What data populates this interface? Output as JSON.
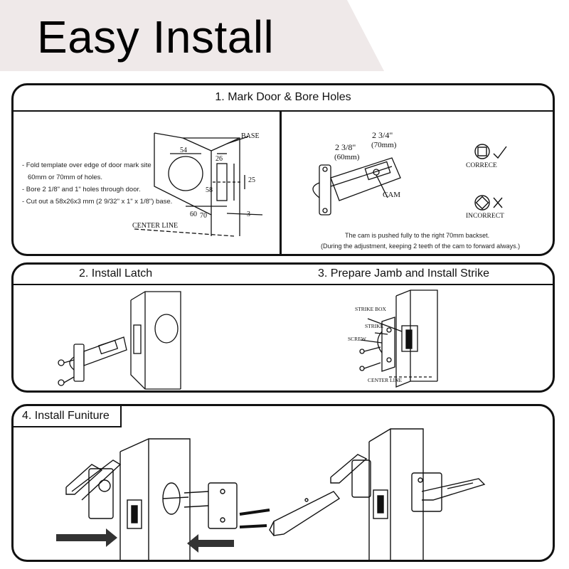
{
  "header": {
    "title": "Easy Install",
    "banner_color": "#efe9e9"
  },
  "step1": {
    "title": "1. Mark Door & Bore Holes",
    "instructions": [
      "- Fold template over edge of door mark site",
      "60mm or 70mm of holes.",
      "- Bore 2 1/8\" and 1\" holes through door.",
      "- Cut out a 58x26x3 mm (2 9/32\" x 1\" x 1/8\") base."
    ],
    "door_labels": {
      "base": "BASE",
      "d54": "54",
      "w26": "26",
      "h58": "58",
      "d25": "25",
      "b60": "60",
      "b70": "70",
      "t3": "3",
      "center": "CENTER LINE"
    },
    "latch_labels": {
      "b60_frac": "2 3/8\"",
      "b60_mm": "(60mm)",
      "b70_frac": "2 3/4\"",
      "b70_mm": "(70mm)",
      "cam": "CAM"
    },
    "status": {
      "correct": "CORRECE",
      "incorrect": "INCORRECT"
    },
    "note1": "The cam is pushed fully to the right 70mm backset.",
    "note2": "(During the adjustment, keeping 2 teeth of the cam to forward always.)"
  },
  "step2": {
    "title": "2. Install Latch"
  },
  "step3": {
    "title": "3. Prepare Jamb and Install Strike",
    "labels": {
      "strike_box": "STRIKE BOX",
      "strike": "STRIKE",
      "screw": "SCREW",
      "center": "CENTER LINE"
    }
  },
  "step4": {
    "title": "4. Install Funiture"
  }
}
